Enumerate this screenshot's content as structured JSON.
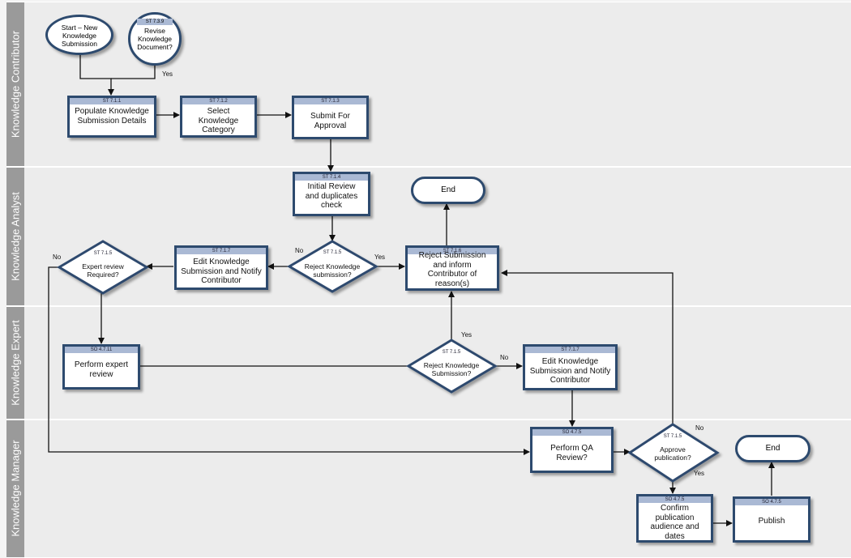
{
  "lanes": [
    {
      "title": "Knowledge Contributor"
    },
    {
      "title": "Knowledge  Analyst"
    },
    {
      "title": "Knowledge Expert"
    },
    {
      "title": "Knowledge  Manager"
    }
  ],
  "nodes": {
    "start": {
      "text": "Start – New Knowledge Submission"
    },
    "revise": {
      "code": "ST 7.3.9",
      "text": "Revise Knowledge Document?"
    },
    "populate": {
      "code": "ST 7.1.1",
      "text": "Populate Knowledge Submission Details"
    },
    "select": {
      "code": "ST 7.1.2",
      "text": "Select Knowledge Category"
    },
    "submit": {
      "code": "ST 7.1.3",
      "text": "Submit For Approval"
    },
    "initial": {
      "code": "ST 7.1.4",
      "text": "Initial Review and duplicates check"
    },
    "end1": {
      "text": "End"
    },
    "reject1": {
      "code": "ST 7.1.5",
      "text": "Reject Knowledge submission?"
    },
    "edit1": {
      "code": "ST 7.1.7",
      "text": "Edit Knowledge Submission and Notify Contributor"
    },
    "expert_q": {
      "code": "ST 7.1.5",
      "text": "Expert review Required?"
    },
    "reject_inform": {
      "code": "ST 7.1.6",
      "text": "Reject Submission and inform Contributor of reason(s)"
    },
    "perform_expert": {
      "code": "SO 4.7.11",
      "text": "Perform expert review"
    },
    "reject2": {
      "code": "ST 7.1.5",
      "text": "Reject Knowledge Submission?"
    },
    "edit2": {
      "code": "ST 7.1.7",
      "text": "Edit Knowledge Submission and Notify Contributor"
    },
    "qa": {
      "code": "SO 4.7.5",
      "text": "Perform QA Review?"
    },
    "approve": {
      "code": "ST 7.1.5",
      "text": "Approve publication?"
    },
    "end2": {
      "text": "End"
    },
    "confirm": {
      "code": "SO 4.7.5",
      "text": "Confirm publication audience and dates"
    },
    "publish": {
      "code": "SO 4.7.5",
      "text": "Publish"
    }
  },
  "edge_labels": {
    "revise_yes": "Yes",
    "reject1_no": "No",
    "reject1_yes": "Yes",
    "expert_no": "No",
    "reject2_yes": "Yes",
    "reject2_no": "No",
    "approve_no": "No",
    "approve_yes": "Yes"
  }
}
